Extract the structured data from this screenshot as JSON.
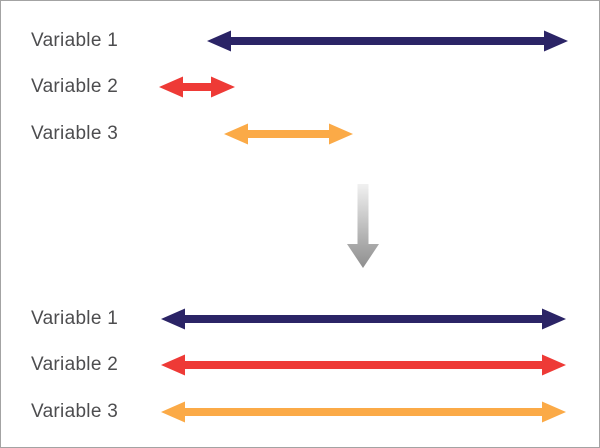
{
  "colors": {
    "navy": "#2b2466",
    "red": "#ee3a36",
    "orange": "#fbaa47",
    "label_text": "#4d4d4f",
    "gray_arrow_top": "#f1f1f1",
    "gray_arrow_bottom": "#8e8e8e",
    "border": "#a3a3a3"
  },
  "diagram": {
    "before": {
      "rows": [
        {
          "label": "Variable 1"
        },
        {
          "label": "Variable 2"
        },
        {
          "label": "Variable 3"
        }
      ]
    },
    "after": {
      "rows": [
        {
          "label": "Variable 1"
        },
        {
          "label": "Variable 2"
        },
        {
          "label": "Variable 3"
        }
      ]
    }
  }
}
